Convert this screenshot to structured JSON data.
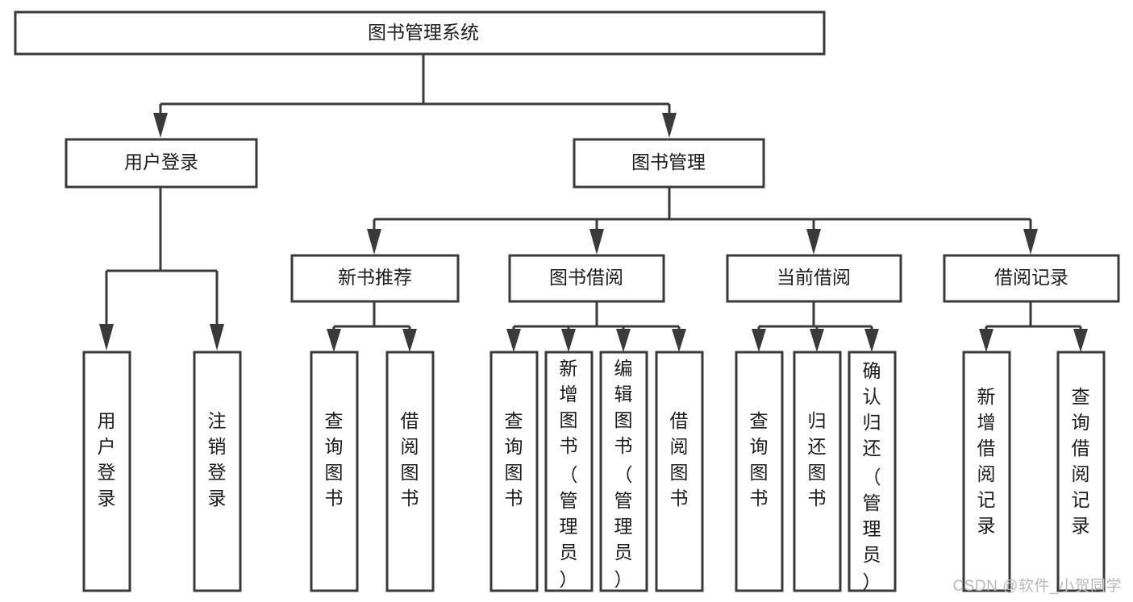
{
  "diagram": {
    "title": "图书管理系统",
    "type": "tree",
    "watermark": "CSDN @软件_小贺同学",
    "colors": {
      "stroke": "#3a3a3a",
      "fill": "#ffffff",
      "text": "#1b1b1b",
      "watermark": "#b9b9b9"
    },
    "levels": {
      "root": [
        "图书管理系统"
      ],
      "level2": [
        "用户登录",
        "图书管理"
      ],
      "level3": [
        "新书推荐",
        "图书借阅",
        "当前借阅",
        "借阅记录"
      ]
    },
    "root": {
      "label": "图书管理系统"
    },
    "branches": [
      {
        "label": "用户登录",
        "children": [
          {
            "label": "用户登录"
          },
          {
            "label": "注销登录"
          }
        ]
      },
      {
        "label": "图书管理",
        "groups": [
          {
            "label": "新书推荐",
            "children": [
              {
                "label": "查询图书"
              },
              {
                "label": "借阅图书"
              }
            ]
          },
          {
            "label": "图书借阅",
            "children": [
              {
                "label": "查询图书"
              },
              {
                "label": "新增图书（管理员）"
              },
              {
                "label": "编辑图书（管理员）"
              },
              {
                "label": "借阅图书"
              }
            ]
          },
          {
            "label": "当前借阅",
            "children": [
              {
                "label": "查询图书"
              },
              {
                "label": "归还图书"
              },
              {
                "label": "确认归还（管理员）"
              }
            ]
          },
          {
            "label": "借阅记录",
            "children": [
              {
                "label": "新增借阅记录"
              },
              {
                "label": "查询借阅记录"
              }
            ]
          }
        ]
      }
    ]
  }
}
